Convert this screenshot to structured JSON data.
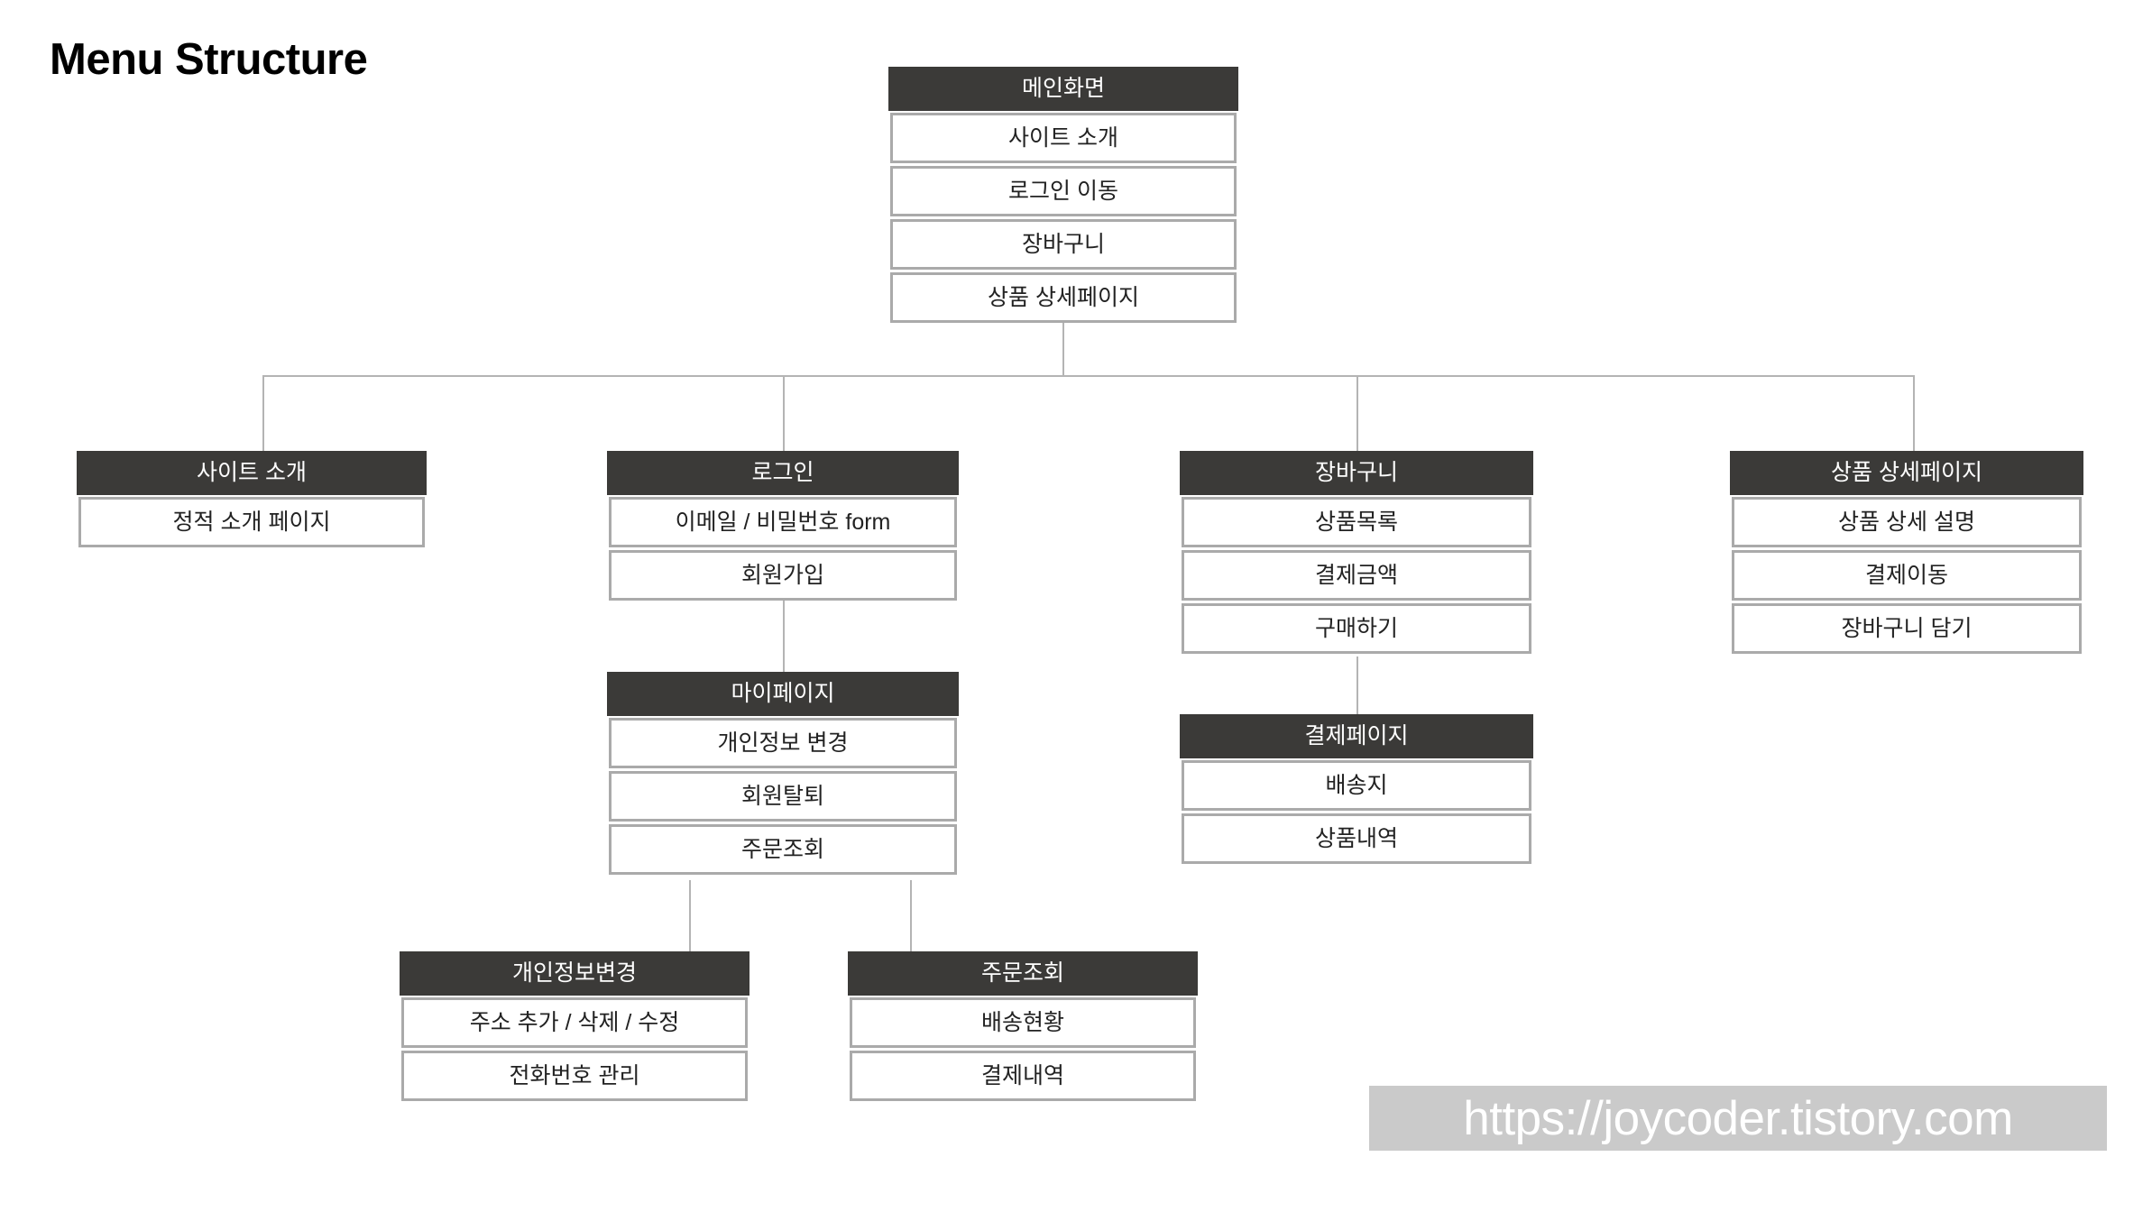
{
  "title": "Menu Structure",
  "colors": {
    "header_bg": "#3b3a38",
    "header_text": "#ffffff",
    "child_bg": "#ffffff",
    "child_border": "#aaaaaa",
    "connector": "#b4b4b4",
    "watermark_bg": "#cacaca",
    "watermark_text": "#ffffff",
    "page_bg": "#ffffff"
  },
  "watermark": "https://joycoder.tistory.com",
  "chart_data": {
    "type": "diagram",
    "diagram_kind": "tree",
    "title": "Menu Structure",
    "nodes": [
      {
        "id": "main",
        "header": "메인화면",
        "children": [
          "사이트 소개",
          "로그인 이동",
          "장바구니",
          "상품 상세페이지"
        ]
      },
      {
        "id": "site-intro",
        "header": "사이트 소개",
        "children": [
          "정적 소개 페이지"
        ]
      },
      {
        "id": "login",
        "header": "로그인",
        "children": [
          "이메일 / 비밀번호 form",
          "회원가입"
        ]
      },
      {
        "id": "cart",
        "header": "장바구니",
        "children": [
          "상품목록",
          "결제금액",
          "구매하기"
        ]
      },
      {
        "id": "product-detail",
        "header": "상품 상세페이지",
        "children": [
          "상품 상세 설명",
          "결제이동",
          "장바구니 담기"
        ]
      },
      {
        "id": "mypage",
        "header": "마이페이지",
        "children": [
          "개인정보 변경",
          "회원탈퇴",
          "주문조회"
        ]
      },
      {
        "id": "payment-page",
        "header": "결제페이지",
        "children": [
          "배송지",
          "상품내역"
        ]
      },
      {
        "id": "profile-edit",
        "header": "개인정보변경",
        "children": [
          "주소 추가 / 삭제 / 수정",
          "전화번호 관리"
        ]
      },
      {
        "id": "order-lookup",
        "header": "주문조회",
        "children": [
          "배송현황",
          "결제내역"
        ]
      }
    ],
    "edges": [
      {
        "from": "main",
        "to": "site-intro"
      },
      {
        "from": "main",
        "to": "login"
      },
      {
        "from": "main",
        "to": "cart"
      },
      {
        "from": "main",
        "to": "product-detail"
      },
      {
        "from": "login",
        "to": "mypage"
      },
      {
        "from": "cart",
        "to": "payment-page"
      },
      {
        "from": "mypage",
        "to": "profile-edit"
      },
      {
        "from": "mypage",
        "to": "order-lookup"
      }
    ]
  },
  "tree": {
    "main": {
      "header": "메인화면",
      "children": [
        {
          "label": "사이트 소개"
        },
        {
          "label": "로그인 이동"
        },
        {
          "label": "장바구니"
        },
        {
          "label": "상품 상세페이지"
        }
      ]
    },
    "site_intro": {
      "header": "사이트 소개",
      "children": [
        {
          "label": "정적 소개 페이지"
        }
      ]
    },
    "login": {
      "header": "로그인",
      "children": [
        {
          "label": "이메일 / 비밀번호 form"
        },
        {
          "label": "회원가입"
        }
      ]
    },
    "cart": {
      "header": "장바구니",
      "children": [
        {
          "label": "상품목록"
        },
        {
          "label": "결제금액"
        },
        {
          "label": "구매하기"
        }
      ]
    },
    "product_detail": {
      "header": "상품 상세페이지",
      "children": [
        {
          "label": "상품 상세 설명"
        },
        {
          "label": "결제이동"
        },
        {
          "label": "장바구니 담기"
        }
      ]
    },
    "mypage": {
      "header": "마이페이지",
      "children": [
        {
          "label": "개인정보 변경"
        },
        {
          "label": "회원탈퇴"
        },
        {
          "label": "주문조회"
        }
      ]
    },
    "payment_page": {
      "header": "결제페이지",
      "children": [
        {
          "label": "배송지"
        },
        {
          "label": "상품내역"
        }
      ]
    },
    "profile_edit": {
      "header": "개인정보변경",
      "children": [
        {
          "label": "주소 추가 / 삭제 / 수정"
        },
        {
          "label": "전화번호 관리"
        }
      ]
    },
    "order_lookup": {
      "header": "주문조회",
      "children": [
        {
          "label": "배송현황"
        },
        {
          "label": "결제내역"
        }
      ]
    }
  }
}
